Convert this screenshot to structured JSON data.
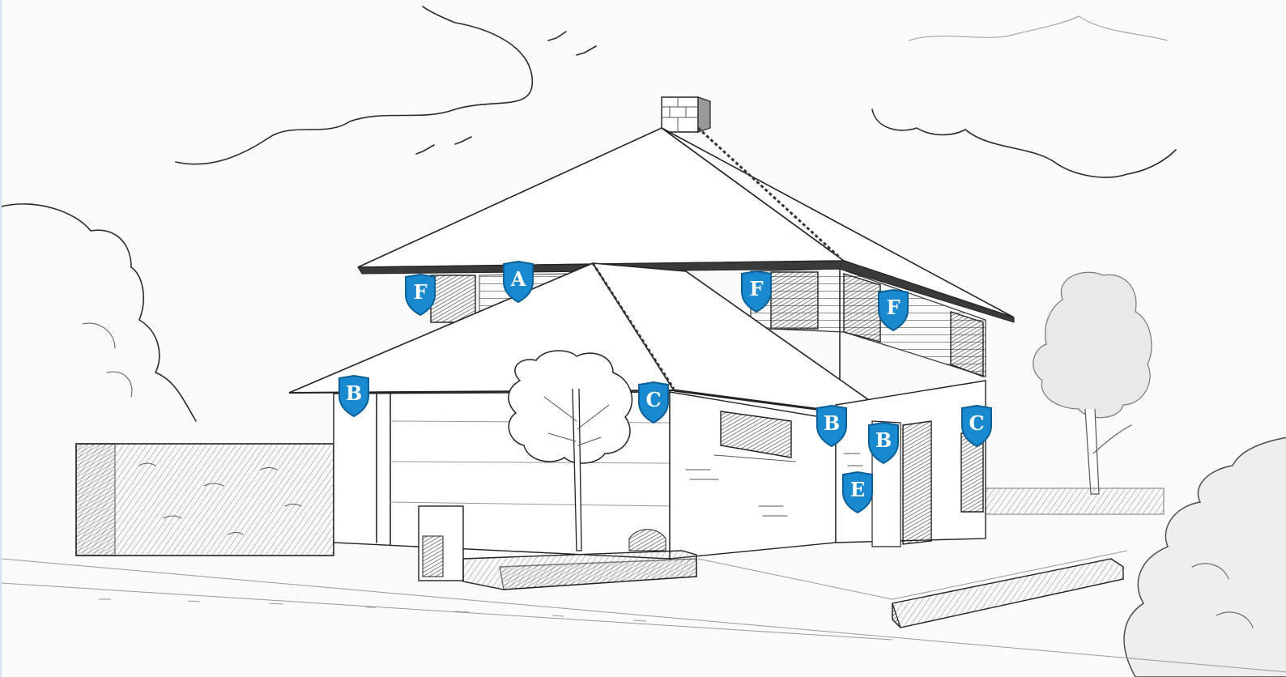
{
  "colors": {
    "marker_fill": "#1a8ad0",
    "marker_stroke": "#0c5f97",
    "ink": "#2a2a2a"
  },
  "markers": [
    {
      "id": "F",
      "label": "F"
    },
    {
      "id": "A",
      "label": "A"
    },
    {
      "id": "B",
      "label": "B"
    },
    {
      "id": "C",
      "label": "C"
    },
    {
      "id": "F",
      "label": "F"
    },
    {
      "id": "F",
      "label": "F"
    },
    {
      "id": "B",
      "label": "B"
    },
    {
      "id": "B",
      "label": "B"
    },
    {
      "id": "C",
      "label": "C"
    },
    {
      "id": "E",
      "label": "E"
    }
  ]
}
